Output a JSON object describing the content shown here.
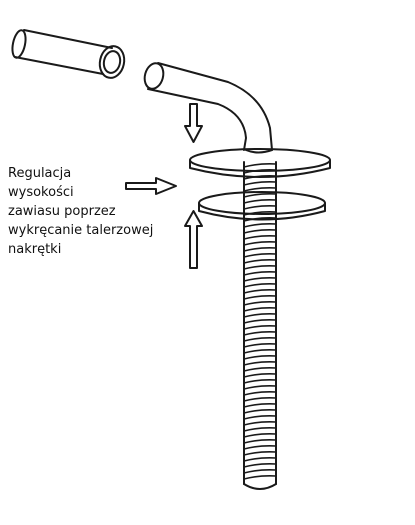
{
  "caption": {
    "lines": [
      "Regulacja",
      "wysokości",
      "zawiasu poprzez",
      "wykręcanie talerzowej",
      "nakrętki"
    ]
  },
  "colors": {
    "line": "#1a1a1a",
    "background": "#ffffff"
  }
}
